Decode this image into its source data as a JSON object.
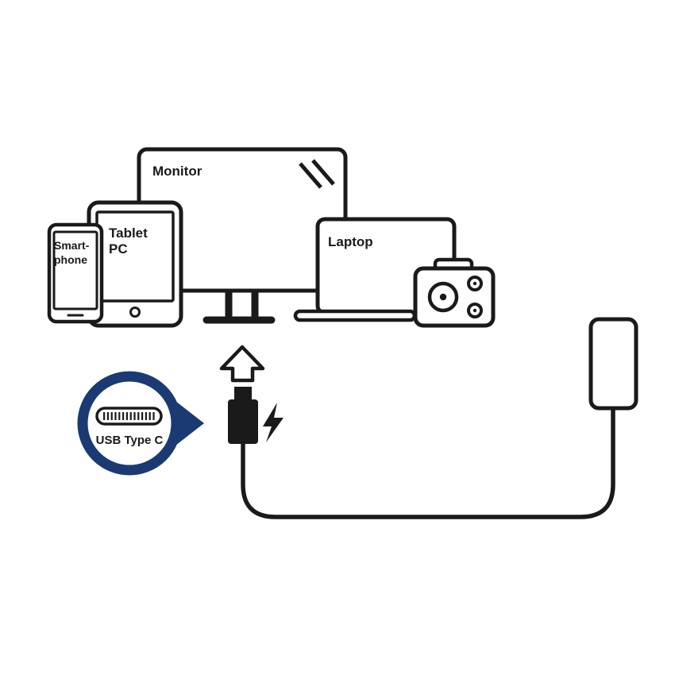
{
  "diagram": {
    "title": "USB Type C charging compatibility diagram",
    "labels": {
      "monitor": "Monitor",
      "tablet_line1": "Tablet",
      "tablet_line2": "PC",
      "smartphone_line1": "Smart-",
      "smartphone_line2": "phone",
      "laptop": "Laptop",
      "usb_type_c": "USB Type C"
    },
    "icons": [
      "monitor-icon",
      "tablet-icon",
      "smartphone-icon",
      "laptop-icon",
      "speaker-device-icon",
      "up-arrow-icon",
      "usb-plug-icon",
      "lightning-bolt-icon",
      "charging-cable",
      "power-adapter-icon",
      "usb-c-connector-icon",
      "magnifier-callout"
    ],
    "colors": {
      "stroke": "#1a1a1a",
      "accent_navy": "#1b3a73",
      "background": "#ffffff"
    }
  }
}
